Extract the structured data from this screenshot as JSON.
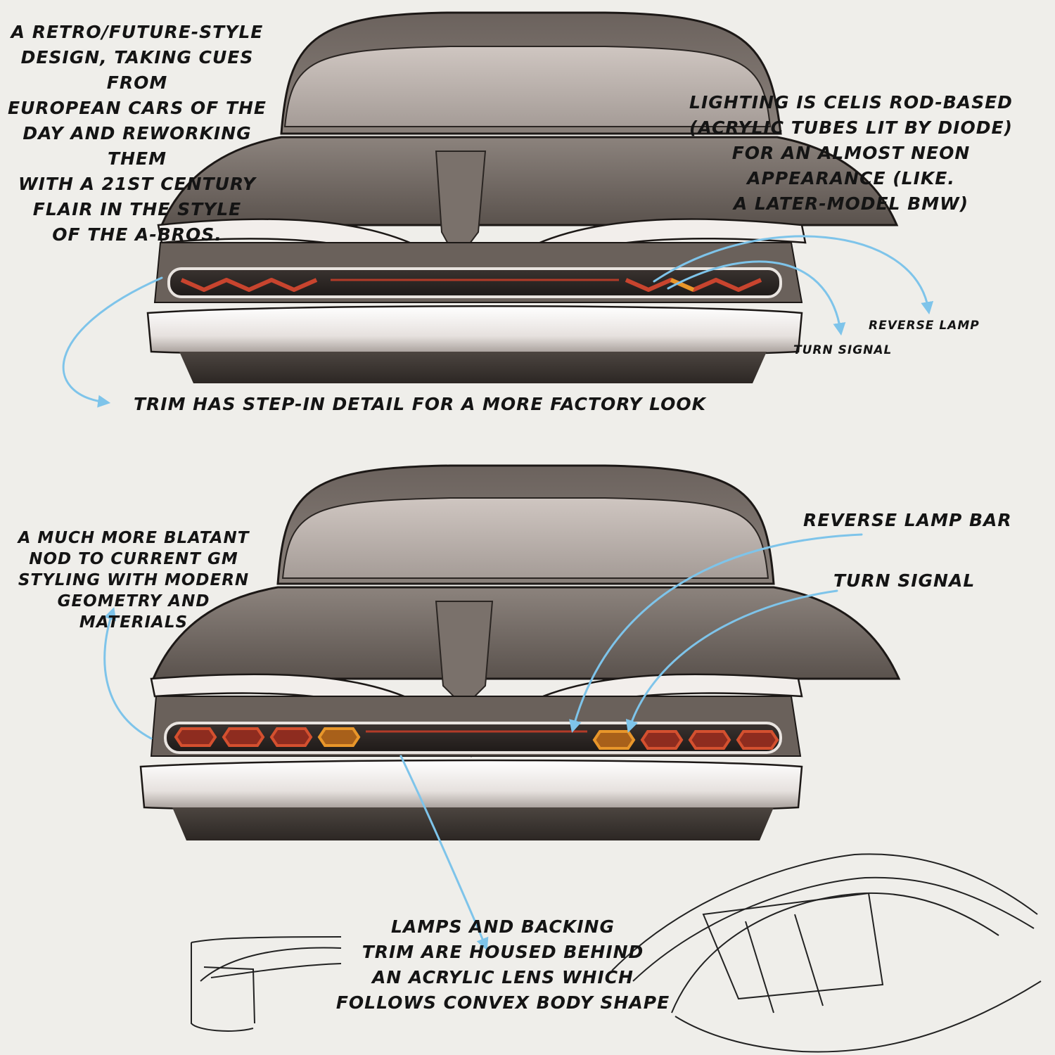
{
  "colors": {
    "paper": "#efeeea",
    "body": "#5f5752",
    "body_light": "#b3aaa4",
    "chrome": "#f4f1ef",
    "lamp_red": "#c8442e",
    "lamp_amber": "#e8962a",
    "arrow": "#7ec4ea",
    "ink": "#141414"
  },
  "annotations": {
    "top_intro": "A retro/future-style\ndesign, taking cues from\nEuropean cars of the\nday and reworking them\nwith a 21st century\nflair in the style\nof the A-Bros.",
    "top_lighting": "Lighting is Celis Rod-based\n(acrylic tubes lit by diode)\nfor an almost neon\nappearance (like.\na later-model BMW)",
    "top_reverse": "Reverse lamp",
    "top_turn": "Turn signal",
    "top_trim": "Trim has step-in detail for a more factory look",
    "bottom_nod": "A much more blatant\nnod to current GM\nstyling with modern\ngeometry and materials",
    "bottom_reverse_bar": "Reverse lamp bar",
    "bottom_turn": "Turn signal",
    "bottom_lens": "Lamps and backing\ntrim are housed behind\nan acrylic lens which\nfollows convex body shape"
  }
}
